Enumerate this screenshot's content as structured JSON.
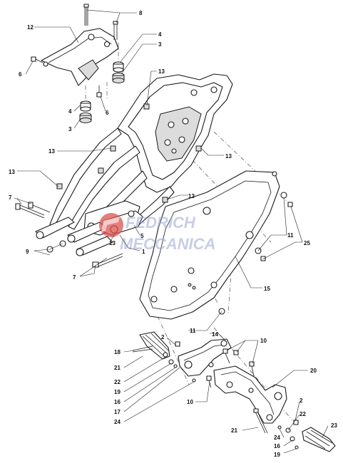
{
  "colors": {
    "line": "#1a1a1a",
    "background": "#ffffff",
    "watermark_logo": "#d9534f",
    "watermark_text": "#9aa7d1"
  },
  "watermark": {
    "line1": "FEDRICH",
    "line2": "MECCANICA"
  },
  "callouts": [
    {
      "id": "c8",
      "text": "8"
    },
    {
      "id": "c12",
      "text": "12"
    },
    {
      "id": "c4a",
      "text": "4"
    },
    {
      "id": "c3a",
      "text": "3"
    },
    {
      "id": "c6a",
      "text": "6"
    },
    {
      "id": "c13a",
      "text": "13"
    },
    {
      "id": "c4b",
      "text": "4"
    },
    {
      "id": "c6b",
      "text": "6"
    },
    {
      "id": "c3b",
      "text": "3"
    },
    {
      "id": "c13b",
      "text": "13"
    },
    {
      "id": "c13c",
      "text": "13"
    },
    {
      "id": "c13d",
      "text": "13"
    },
    {
      "id": "c13e",
      "text": "13"
    },
    {
      "id": "c7a",
      "text": "7"
    },
    {
      "id": "c5",
      "text": "5"
    },
    {
      "id": "c13f",
      "text": "13"
    },
    {
      "id": "c1",
      "text": "1"
    },
    {
      "id": "c9",
      "text": "9"
    },
    {
      "id": "c7b",
      "text": "7"
    },
    {
      "id": "c11a",
      "text": "11"
    },
    {
      "id": "c25",
      "text": "25"
    },
    {
      "id": "c15",
      "text": "15"
    },
    {
      "id": "c2a",
      "text": "2"
    },
    {
      "id": "c11b",
      "text": "11"
    },
    {
      "id": "c14",
      "text": "14"
    },
    {
      "id": "c10a",
      "text": "10"
    },
    {
      "id": "c18",
      "text": "18"
    },
    {
      "id": "c21a",
      "text": "21"
    },
    {
      "id": "c22a",
      "text": "22"
    },
    {
      "id": "c19a",
      "text": "19"
    },
    {
      "id": "c16a",
      "text": "16"
    },
    {
      "id": "c17",
      "text": "17"
    },
    {
      "id": "c24a",
      "text": "24"
    },
    {
      "id": "c20",
      "text": "20"
    },
    {
      "id": "c10b",
      "text": "10"
    },
    {
      "id": "c2b",
      "text": "2"
    },
    {
      "id": "c22b",
      "text": "22"
    },
    {
      "id": "c23",
      "text": "23"
    },
    {
      "id": "c21b",
      "text": "21"
    },
    {
      "id": "c24b",
      "text": "24"
    },
    {
      "id": "c16b",
      "text": "16"
    },
    {
      "id": "c19b",
      "text": "19"
    }
  ]
}
